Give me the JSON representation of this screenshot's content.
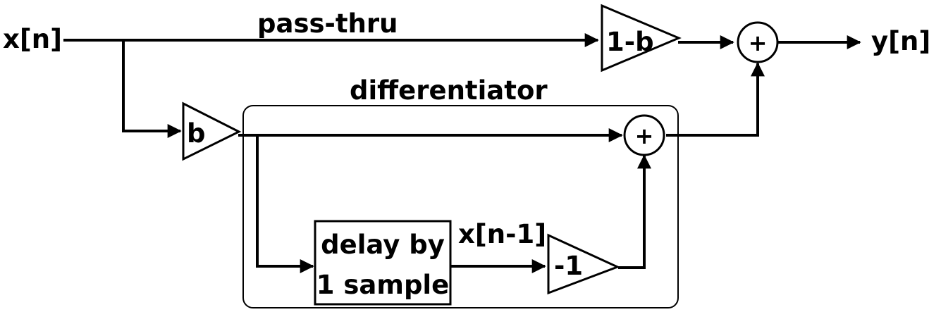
{
  "diagram": {
    "input_label": "x[n]",
    "output_label": "y[n]",
    "passthru_label": "pass-thru",
    "differentiator_label": "differentiator",
    "gain_top_label": "1-b",
    "gain_b_label": "b",
    "gain_neg_label": "-1",
    "delay_line1": "delay by",
    "delay_line2": "1 sample",
    "delayed_label": "x[n-1]",
    "sum_symbol": "+"
  }
}
